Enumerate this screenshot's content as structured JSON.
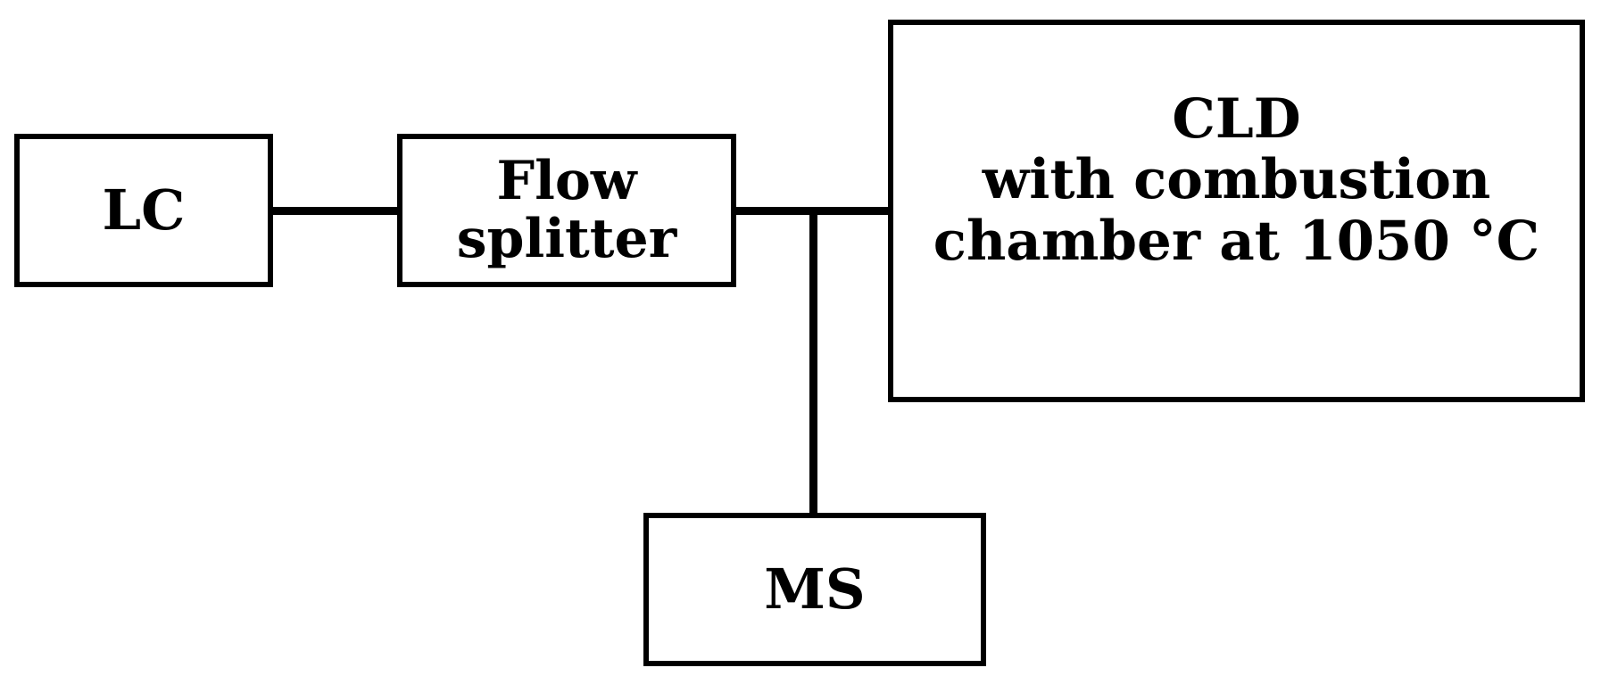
{
  "diagram": {
    "lc": {
      "label": "LC"
    },
    "splitter": {
      "line1": "Flow",
      "line2": "splitter"
    },
    "cld": {
      "line1": "CLD",
      "line2": "with combustion",
      "line3": "chamber at 1050 °C"
    },
    "ms": {
      "label": "MS"
    }
  },
  "colors": {
    "stroke": "#000000",
    "background": "#ffffff"
  }
}
